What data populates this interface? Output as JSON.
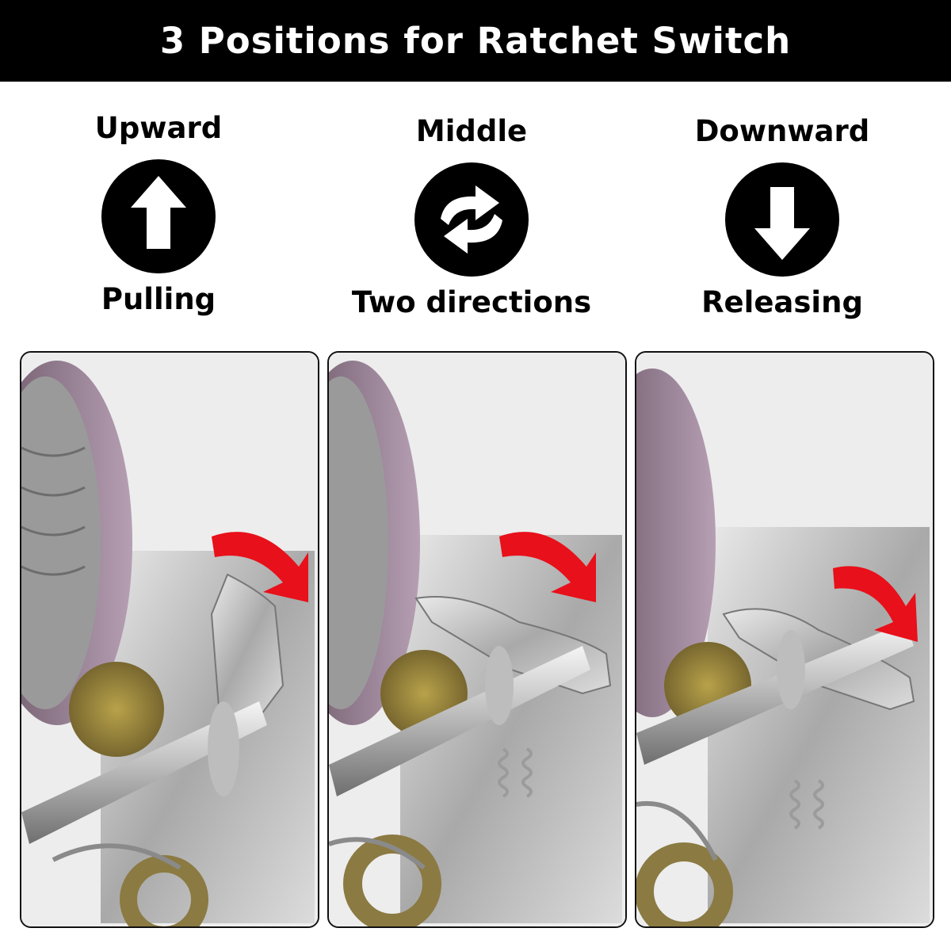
{
  "banner": {
    "title": "3 Positions for Ratchet Switch"
  },
  "positions": [
    {
      "top_label": "Upward",
      "icon": "arrow-up-icon",
      "bottom_label": "Pulling"
    },
    {
      "top_label": "Middle",
      "icon": "two-way-arrows-icon",
      "bottom_label": "Two directions"
    },
    {
      "top_label": "Downward",
      "icon": "arrow-down-icon",
      "bottom_label": "Releasing"
    }
  ],
  "colors": {
    "accent_arrow": "#e8101a",
    "banner_bg": "#000000",
    "icon_circle": "#000000"
  },
  "panels": [
    {
      "lever_position": "up",
      "photo": "winch-ratchet-photo"
    },
    {
      "lever_position": "middle",
      "photo": "winch-ratchet-photo"
    },
    {
      "lever_position": "down",
      "photo": "winch-ratchet-photo"
    }
  ]
}
